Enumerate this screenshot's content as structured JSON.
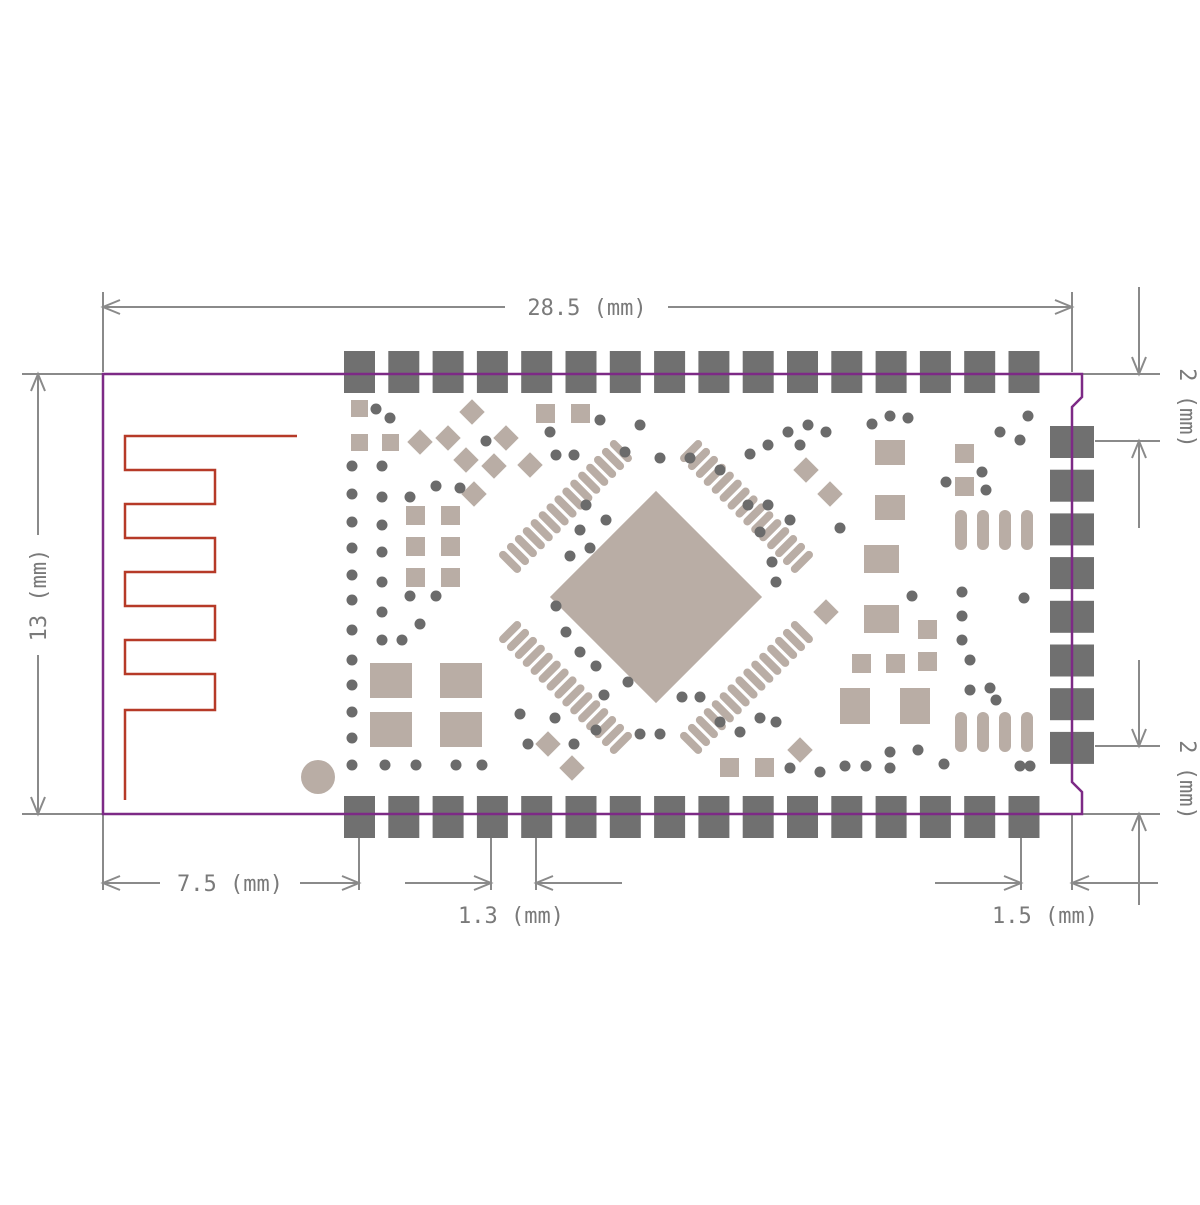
{
  "dimensions": {
    "width_total": "28.5 (mm)",
    "height_total": "13 (mm)",
    "antenna_offset": "7.5 (mm)",
    "pad_pitch": "1.3 (mm)",
    "edge_offset": "1.5 (mm)",
    "top_gap": "2 (mm)",
    "bottom_gap": "2 (mm)"
  },
  "colors": {
    "outline": "#7d2a86",
    "antenna_trace": "#b63a28",
    "pad_gray": "#707070",
    "component_tan": "#b9ada5",
    "via_gray": "#6b6b6b",
    "dimension_line": "#8a8a8a"
  },
  "pads": {
    "top_count": 16,
    "bottom_count": 16,
    "right_count": 8
  }
}
